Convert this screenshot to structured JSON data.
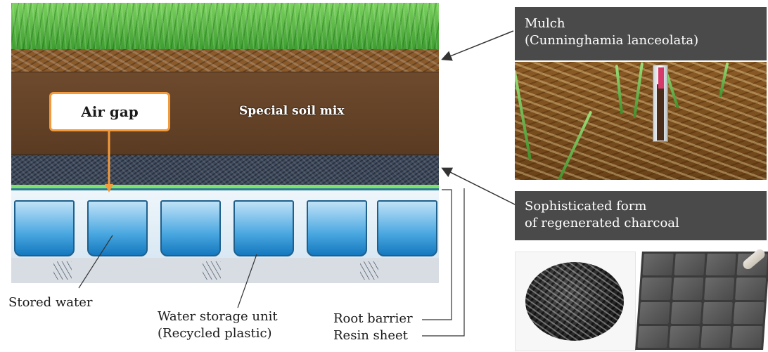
{
  "diagram": {
    "layers": {
      "soil_label": "Special soil mix",
      "air_gap_label": "Air gap"
    },
    "callouts": {
      "stored_water": "Stored water",
      "storage_unit_line1": "Water storage unit",
      "storage_unit_line2": "(Recycled plastic)",
      "root_barrier": "Root barrier",
      "resin_sheet": "Resin sheet"
    },
    "right_panel": {
      "mulch_line1": "Mulch",
      "mulch_line2": "(Cunninghamia lanceolata)",
      "charcoal_line1": "Sophisticated form",
      "charcoal_line2": "of regenerated charcoal"
    },
    "colors": {
      "air_gap_border": "#f39a3c",
      "label_box_bg": "#4a4a4a",
      "root_barrier": "#7fe06b",
      "water": "#4aa8e0"
    }
  }
}
